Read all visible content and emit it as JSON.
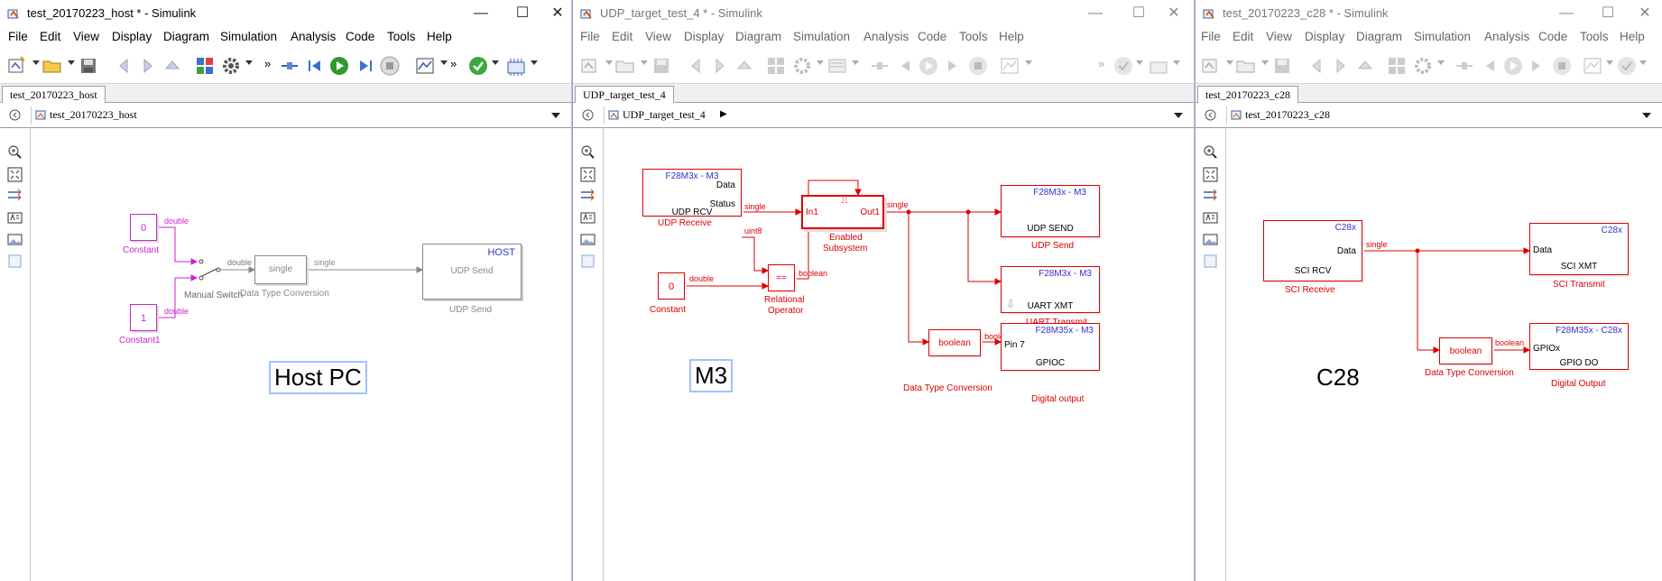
{
  "menu": [
    "File",
    "Edit",
    "View",
    "Display",
    "Diagram",
    "Simulation",
    "Analysis",
    "Code",
    "Tools",
    "Help"
  ],
  "colors": {
    "host": "#cc22cc",
    "target": "#dd0000",
    "host_block": "#888888",
    "annotation_border": "#9fc3ff"
  },
  "windows": [
    {
      "title": "test_20170223_host * - Simulink",
      "tab": "test_20170223_host",
      "address": "test_20170223_host",
      "annotation": "Host PC",
      "blocks": {
        "const0_value": "0",
        "const0_label": "Constant",
        "const0_type": "double",
        "const1_value": "1",
        "const1_label": "Constant1",
        "const1_type": "double",
        "switch_label": "Manual Switch",
        "switch_out": "double",
        "dtc_text": "single",
        "dtc_label": "Data Type Conversion",
        "dtc_out": "single",
        "udp_tag": "HOST",
        "udp_text": "UDP Send",
        "udp_label": "UDP Send"
      }
    },
    {
      "title": "UDP_target_test_4 * - Simulink",
      "tab": "UDP_target_test_4",
      "address": "UDP_target_test_4",
      "annotation": "M3",
      "blocks": {
        "rcv_tag": "F28M3x - M3",
        "rcv_port1": "Data",
        "rcv_port2": "Status",
        "rcv_text": "UDP RCV",
        "rcv_label": "UDP Receive",
        "rcv_sig1": "single",
        "rcv_sig2": "uint8",
        "const_value": "0",
        "const_label": "Constant",
        "const_type": "double",
        "relop_text": "==",
        "relop_label1": "Relational",
        "relop_label2": "Operator",
        "relop_out": "boolean",
        "enabled_in": "In1",
        "enabled_out": "Out1",
        "enabled_label1": "Enabled",
        "enabled_label2": "Subsystem",
        "enabled_sig": "single",
        "send_tag": "F28M3x - M3",
        "send_text": "UDP SEND",
        "send_label": "UDP Send",
        "uart_tag": "F28M3x - M3",
        "uart_text": "UART XMT",
        "uart_label": "UART Transmit",
        "dtc_text": "boolean",
        "dtc_label": "Data Type Conversion",
        "dtc_out": "boolean",
        "gpio_tag": "F28M35x - M3",
        "gpio_port": "Pin 7",
        "gpio_text": "GPIOC",
        "gpio_label": "Digital output"
      }
    },
    {
      "title": "test_20170223_c28 * - Simulink",
      "tab": "test_20170223_c28",
      "address": "test_20170223_c28",
      "annotation": "C28",
      "blocks": {
        "rcv_tag": "C28x",
        "rcv_port": "Data",
        "rcv_text": "SCI RCV",
        "rcv_label": "SCI Receive",
        "rcv_sig": "single",
        "xmt_tag": "C28x",
        "xmt_port": "Data",
        "xmt_text": "SCI XMT",
        "xmt_label": "SCI Transmit",
        "dtc_text": "boolean",
        "dtc_label": "Data Type Conversion",
        "dtc_out": "boolean",
        "gpio_tag": "F28M35x - C28x",
        "gpio_port": "GPIOx",
        "gpio_text": "GPIO DO",
        "gpio_label": "Digital Output"
      }
    }
  ]
}
